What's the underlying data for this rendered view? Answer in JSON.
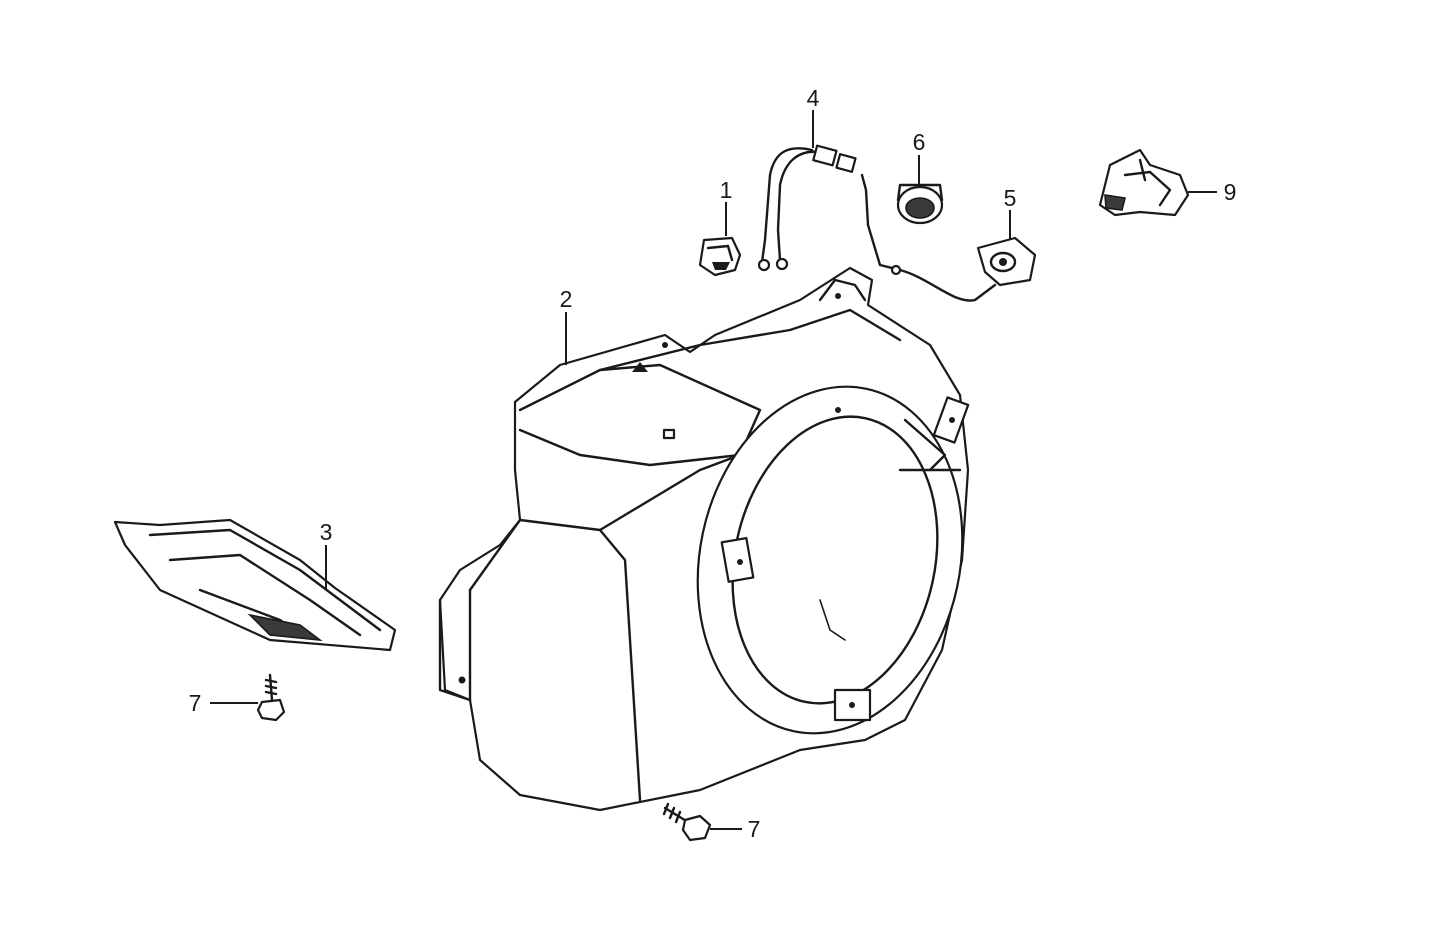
{
  "callouts": {
    "c1": "1",
    "c2": "2",
    "c3": "3",
    "c4": "4",
    "c5": "5",
    "c6": "6",
    "c7a": "7",
    "c7b": "7",
    "c9": "9"
  },
  "colors": {
    "ink": "#1a1a1a",
    "paper": "#ffffff"
  }
}
